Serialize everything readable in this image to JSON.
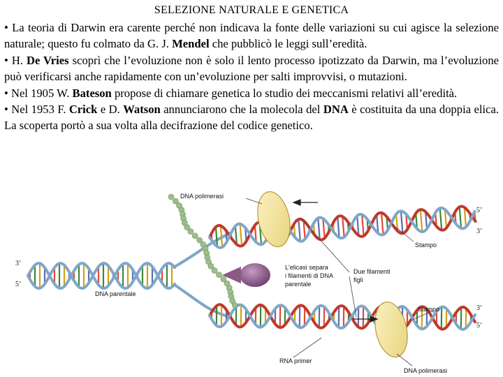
{
  "title": "SELEZIONE NATURALE E GENETICA",
  "bullets": [
    {
      "symbol": "•",
      "p1": " La teoria di Darwin era carente perché non indicava la fonte delle variazioni su cui agisce la selezione naturale; questo fu colmato da G. J. ",
      "b1": "Mendel",
      "p2": " che pubblicò le leggi sull’eredità."
    },
    {
      "symbol": "•",
      "p1": " H. ",
      "b1": "De Vries",
      "p2": " scoprì che l’evoluzione non è solo il lento processo ipotizzato da Darwin, ma l’evoluzione può verificarsi anche rapidamente con un’evoluzione per salti improvvisi, o mutazioni."
    },
    {
      "symbol": "•",
      "p1": " Nel 1905 W. ",
      "b1": "Bateson",
      "p2": " propose di chiamare genetica lo studio dei meccanismi relativi all’eredità."
    },
    {
      "symbol": "•",
      "p1": " Nel 1953 F. ",
      "b1": "Crick",
      "p2": " e D. ",
      "b2": "Watson",
      "p3": " annunciarono che la molecola del ",
      "b3": "DNA",
      "p4": " è costituita da una doppia elica. La scoperta portò a sua volta alla decifrazione del codice genetico."
    }
  ],
  "diagram": {
    "dna_polymerase_top": "DNA polimerasi",
    "dna_polymerase_bottom": "DNA polimerasi",
    "stampo_top": "Stampo",
    "stampo_bottom": "Stampo",
    "helicase_line1": "L'elicasi separa",
    "helicase_line2": "i filamenti di DNA",
    "helicase_line3": "parentale",
    "daughter_line1": "Due filamenti",
    "daughter_line2": "figli",
    "parental_dna": "DNA parentale",
    "rna_primer": "RNA primer",
    "end_3_left": "3’",
    "end_5_left": "5’",
    "end_5_top": "5’",
    "end_3_top": "3’",
    "end_3_bottom": "3’",
    "end_5_bottom": "5’",
    "colors": {
      "strand_blue": "#7fa6c9",
      "strand_red": "#c0392b",
      "rung_colors": [
        "#e04a3a",
        "#3a8a3a",
        "#d4a017",
        "#5a6fb0"
      ],
      "polymerase_fill": "#f3e6a0",
      "helicase_fill": "#8a5a86",
      "primer_green": "#9cbf8a"
    }
  }
}
